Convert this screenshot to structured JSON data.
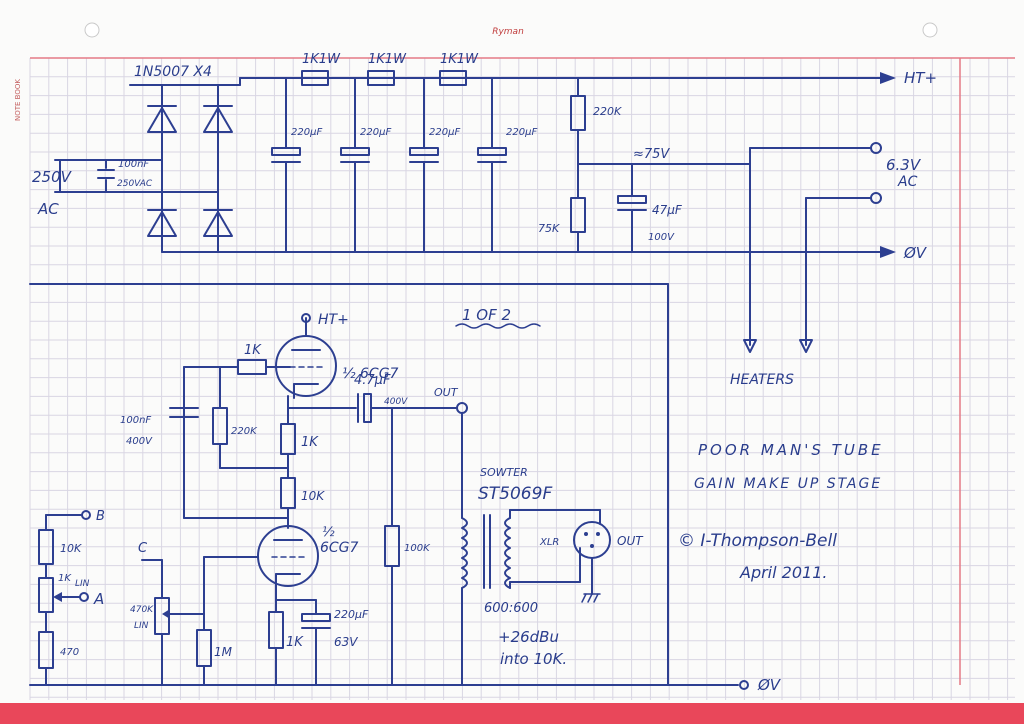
{
  "page": {
    "spine_label": "NOTE BOOK",
    "logo_text": "Ryman",
    "colors": {
      "ink": "#2d3f91",
      "grid": "#d9d6e3",
      "margin": "#e57b86",
      "edge": "#e9475a"
    }
  },
  "psu": {
    "input_voltage": "250V",
    "input_type": "AC",
    "input_cap_value": "100nF",
    "input_cap_rating": "250VAC",
    "rectifier_label": "1N5007 X4",
    "series_resistors": [
      "1K1W",
      "1K1W",
      "1K1W"
    ],
    "filter_caps": [
      "220µF",
      "220µF",
      "220µF",
      "220µF"
    ],
    "divider_top": "220K",
    "divider_bottom": "75K",
    "divider_cap": "47µF",
    "divider_cap_rating": "100V",
    "divider_voltage": "≈75V",
    "ht_label": "HT+",
    "heater_voltage": "6.3V",
    "heater_type": "AC",
    "ground_label": "ØV",
    "heaters_label": "HEATERS"
  },
  "stage": {
    "channel_label": "1 OF 2",
    "ht_label": "HT+",
    "upper_tube": "½ 6CG7",
    "lower_tube_half": "½",
    "lower_tube_type": "6CG7",
    "grid_stopper": "1K",
    "feedback_cap": "100nF",
    "feedback_cap_rating": "400V",
    "feedback_res": "220K",
    "cathode_res_upper": "1K",
    "cathode_res_lower": "10K",
    "output_cap": "4.7µF",
    "output_cap_rating": "400V",
    "out_label": "OUT",
    "load_res": "100K",
    "transformer_make": "SOWTER",
    "transformer_model": "ST5069F",
    "transformer_ratio": "600:600",
    "xlr_label": "XLR",
    "xlr_out": "OUT",
    "level_line1": "+26dBu",
    "level_line2": "into 10K.",
    "input_res_top": "10K",
    "pot_value": "1K",
    "pot_taper": "LIN",
    "input_res_bottom": "470",
    "node_a": "A",
    "node_b": "B",
    "node_c": "C",
    "gain_pot_value": "470K",
    "gain_pot_taper": "LIN",
    "grid_leak": "1M",
    "cathode_res": "1K",
    "cathode_cap": "220µF",
    "cathode_cap_rating": "63V",
    "ground_label": "ØV"
  },
  "notes": {
    "title_line1": "POOR MAN'S TUBE",
    "title_line2": "GAIN MAKE UP STAGE",
    "copyright": "© I-Thompson-Bell",
    "date": "April 2011."
  }
}
